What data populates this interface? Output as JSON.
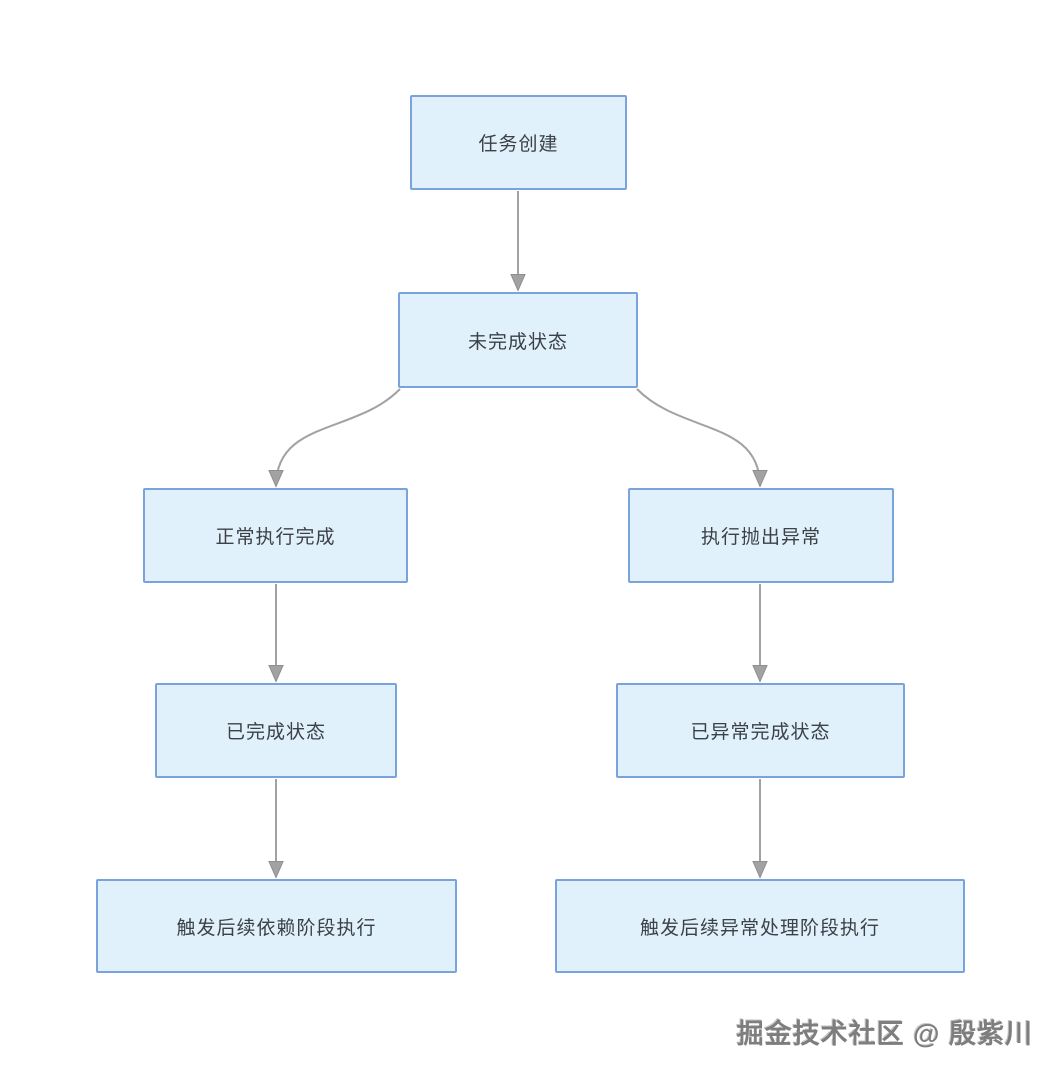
{
  "style": {
    "page_background": "#ffffff",
    "node_fill": "#e1f1fb",
    "node_border": "#7aa3dd",
    "arrow_color": "#a2a2a2",
    "arrow_edge_color": "#8f8f8f",
    "text_color": "#3c4147",
    "watermark_color": "#7e7e7e"
  },
  "watermark": {
    "text": "掘金技术社区 @ 殷紫川"
  },
  "diagram": {
    "type": "flowchart",
    "nodes": [
      {
        "id": "task-created",
        "label": "任务创建"
      },
      {
        "id": "incomplete-state",
        "label": "未完成状态"
      },
      {
        "id": "normal-execution-complete",
        "label": "正常执行完成"
      },
      {
        "id": "execution-throws-exception",
        "label": "执行抛出异常"
      },
      {
        "id": "completed-state",
        "label": "已完成状态"
      },
      {
        "id": "exception-completed-state",
        "label": "已异常完成状态"
      },
      {
        "id": "trigger-dependent-stage",
        "label": "触发后续依赖阶段执行"
      },
      {
        "id": "trigger-exception-stage",
        "label": "触发后续异常处理阶段执行"
      }
    ],
    "edges": [
      {
        "from": "task-created",
        "to": "incomplete-state"
      },
      {
        "from": "incomplete-state",
        "to": "normal-execution-complete"
      },
      {
        "from": "incomplete-state",
        "to": "execution-throws-exception"
      },
      {
        "from": "normal-execution-complete",
        "to": "completed-state"
      },
      {
        "from": "execution-throws-exception",
        "to": "exception-completed-state"
      },
      {
        "from": "completed-state",
        "to": "trigger-dependent-stage"
      },
      {
        "from": "exception-completed-state",
        "to": "trigger-exception-stage"
      }
    ]
  }
}
